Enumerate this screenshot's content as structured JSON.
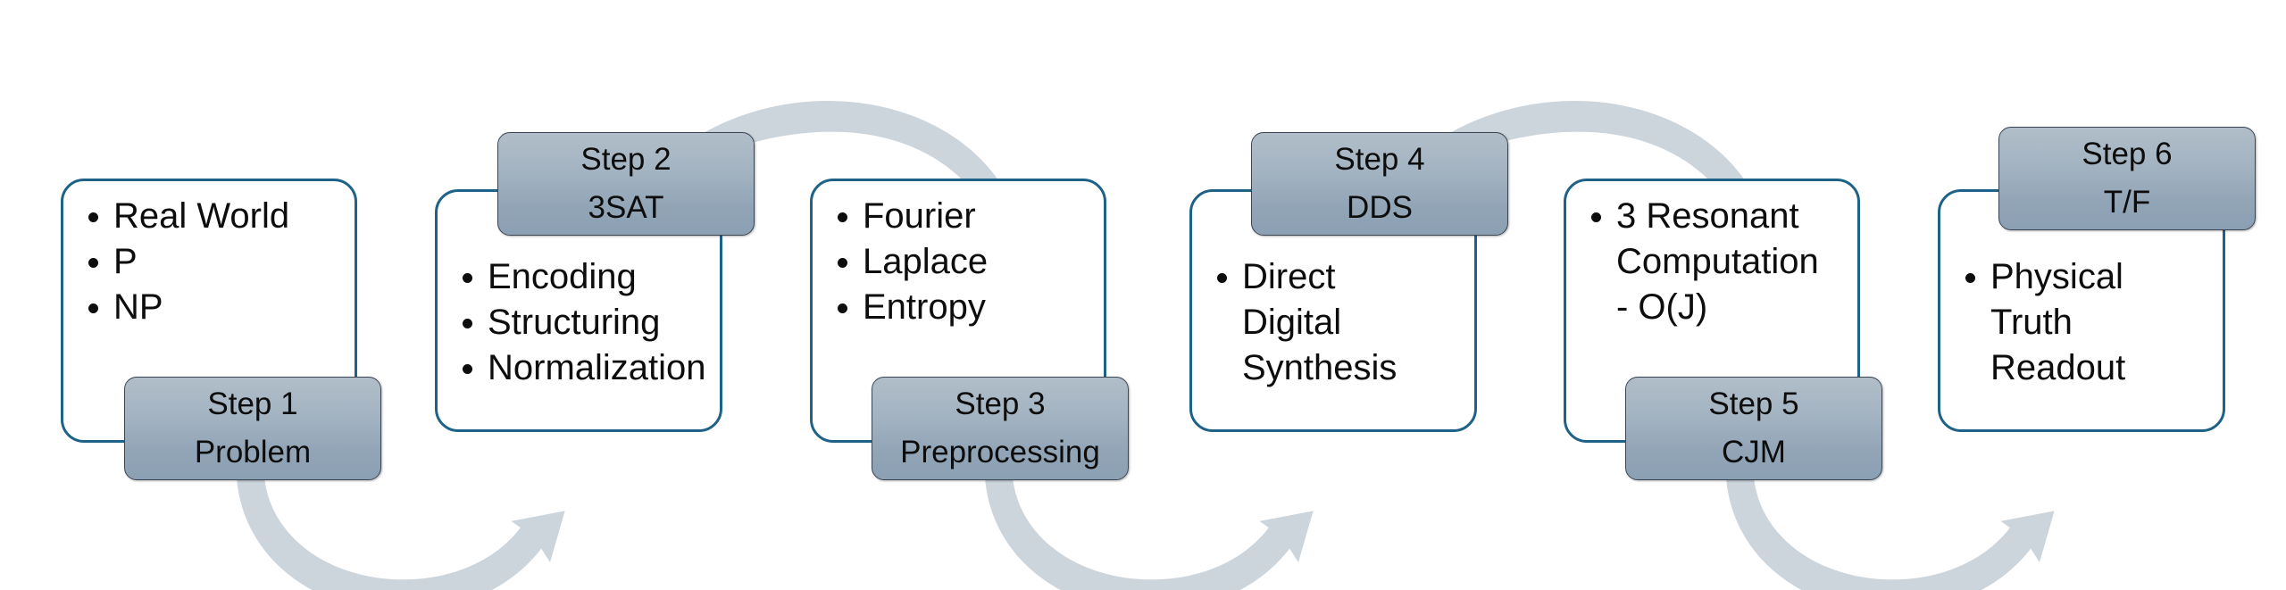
{
  "diagram": {
    "title": "Six step process flow",
    "colors": {
      "card_border": "#1f6287",
      "badge_top": "#b1bec9",
      "badge_bottom": "#8ba0b3",
      "badge_border": "#3b4654",
      "arrow": "#ccd4dc",
      "text": "#0d0d0d",
      "background": "#ffffff"
    },
    "steps": [
      {
        "id": "step-1",
        "badge_line1": "Step 1",
        "badge_line2": "Problem",
        "badge_position": "bottom-right",
        "bullets": [
          "Real World",
          "P",
          "NP"
        ]
      },
      {
        "id": "step-2",
        "badge_line1": "Step 2",
        "badge_line2": "3SAT",
        "badge_position": "top-right",
        "bullets": [
          "Encoding",
          "Structuring",
          "Normalization"
        ]
      },
      {
        "id": "step-3",
        "badge_line1": "Step 3",
        "badge_line2": "Preprocessing",
        "badge_position": "bottom-right",
        "bullets": [
          "Fourier",
          "Laplace",
          "Entropy"
        ]
      },
      {
        "id": "step-4",
        "badge_line1": "Step 4",
        "badge_line2": "DDS",
        "badge_position": "top-right",
        "bullets": [
          "Direct\nDigital\nSynthesis"
        ]
      },
      {
        "id": "step-5",
        "badge_line1": "Step 5",
        "badge_line2": "CJM",
        "badge_position": "bottom-right",
        "bullets": [
          "3 Resonant\nComputation\n- O(J)"
        ]
      },
      {
        "id": "step-6",
        "badge_line1": "Step 6",
        "badge_line2": "T/F",
        "badge_position": "top-right",
        "bullets": [
          "Physical\nTruth\nReadout"
        ]
      }
    ],
    "connectors": [
      {
        "id": "arrow-1-to-2",
        "direction": "up-arc-right"
      },
      {
        "id": "arrow-2-to-3",
        "direction": "down-arc-right"
      },
      {
        "id": "arrow-3-to-4",
        "direction": "up-arc-right"
      },
      {
        "id": "arrow-4-to-5",
        "direction": "down-arc-right"
      },
      {
        "id": "arrow-5-to-6",
        "direction": "up-arc-right"
      },
      {
        "id": "arrow-0-to-1",
        "direction": "down-arc-right"
      }
    ]
  }
}
